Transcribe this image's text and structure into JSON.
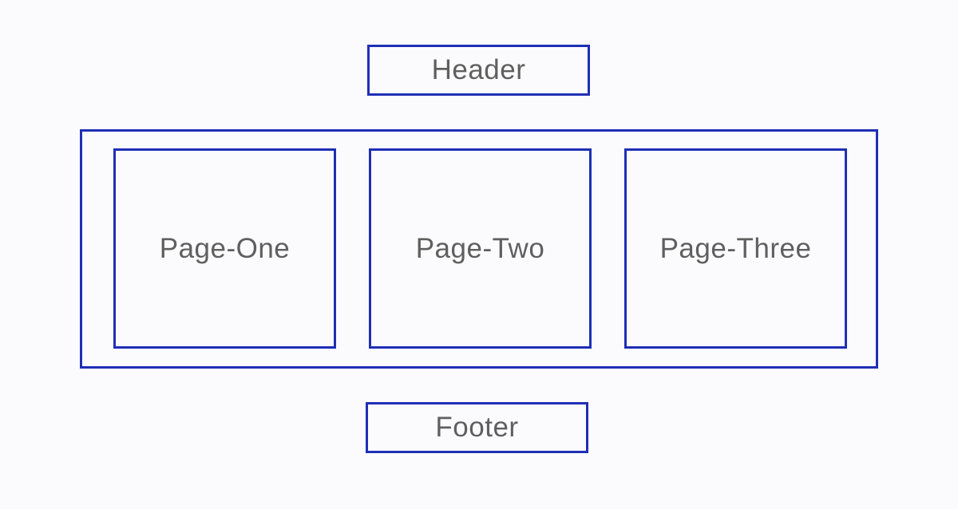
{
  "diagram": {
    "header": {
      "label": "Header"
    },
    "pages": [
      {
        "label": "Page-One"
      },
      {
        "label": "Page-Two"
      },
      {
        "label": "Page-Three"
      }
    ],
    "footer": {
      "label": "Footer"
    }
  },
  "colors": {
    "border": "#1f2fb5",
    "text": "#5f5f5f",
    "background": "#fbfbfd"
  }
}
